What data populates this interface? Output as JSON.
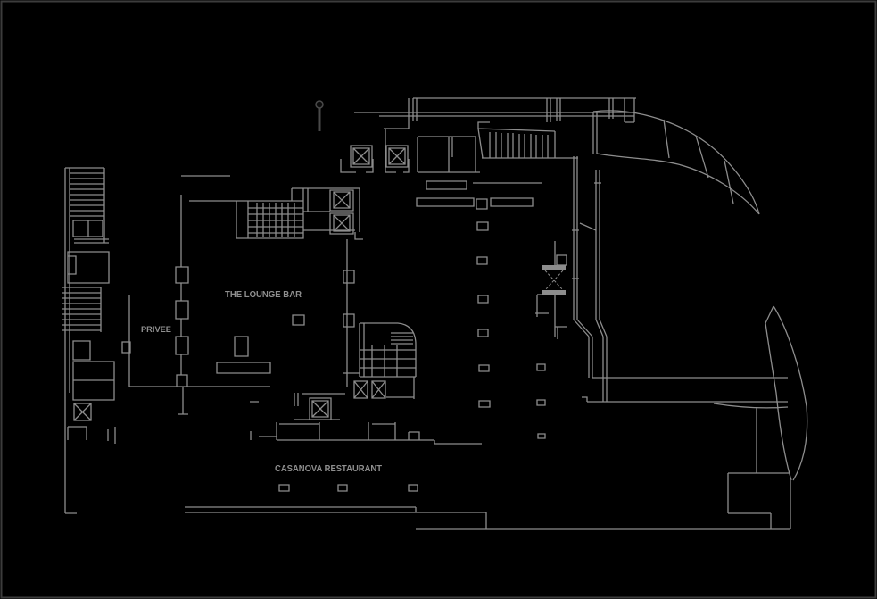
{
  "theme": {
    "background": "#000000",
    "frame": "#3c3c3c",
    "line": "#8d8d8d",
    "line_dim": "#4a4a4a",
    "text": "#8f8f8f"
  },
  "plan": {
    "type": "architectural-floor-plan",
    "labels": {
      "lounge_bar": "THE LOUNGE BAR",
      "privee": "PRIVEE",
      "restaurant": "CASANOVA RESTAURANT"
    }
  }
}
